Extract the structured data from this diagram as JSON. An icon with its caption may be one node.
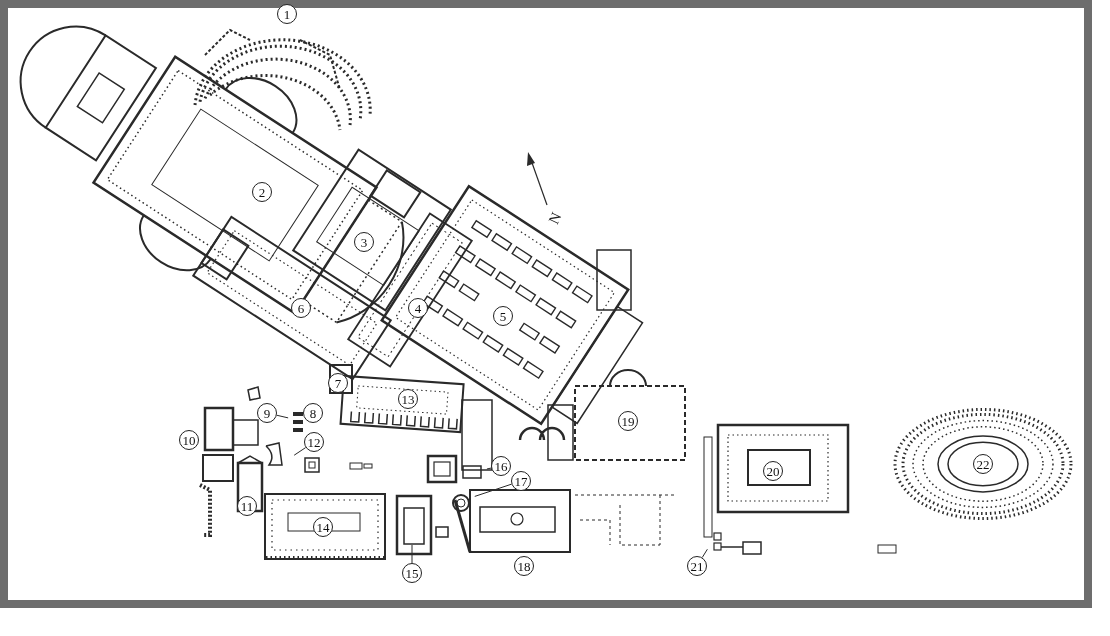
{
  "diagram": {
    "nodes": [
      {
        "text": [
          "1"
        ]
      },
      {
        "text": [
          "2"
        ]
      },
      {
        "text": [
          "3"
        ]
      },
      {
        "text": [
          "4"
        ]
      },
      {
        "text": [
          "5"
        ]
      },
      {
        "text": [
          "6"
        ]
      },
      {
        "text": [
          "7"
        ]
      },
      {
        "text": [
          "8"
        ]
      },
      {
        "text": [
          "9"
        ]
      },
      {
        "text": [
          "10"
        ]
      },
      {
        "text": [
          "11"
        ]
      },
      {
        "text": [
          "12"
        ]
      },
      {
        "text": [
          "13"
        ]
      },
      {
        "text": [
          "14"
        ]
      },
      {
        "text": [
          "15"
        ]
      },
      {
        "text": [
          "16"
        ]
      },
      {
        "text": [
          "17"
        ]
      },
      {
        "text": [
          "18"
        ]
      },
      {
        "text": [
          "19"
        ]
      },
      {
        "text": [
          "20"
        ]
      },
      {
        "text": [
          "21"
        ]
      },
      {
        "text": [
          "22"
        ]
      }
    ],
    "edges": [
      {
        "from": 8,
        "to": null,
        "arrow": "none"
      },
      {
        "from": 11,
        "to": null,
        "arrow": "none"
      },
      {
        "from": 14,
        "to": null,
        "arrow": "none"
      },
      {
        "from": 15,
        "to": null,
        "arrow": "none"
      },
      {
        "from": 16,
        "to": null,
        "arrow": "none"
      },
      {
        "from": 20,
        "to": null,
        "arrow": "none"
      }
    ],
    "labels": [
      "N"
    ]
  }
}
